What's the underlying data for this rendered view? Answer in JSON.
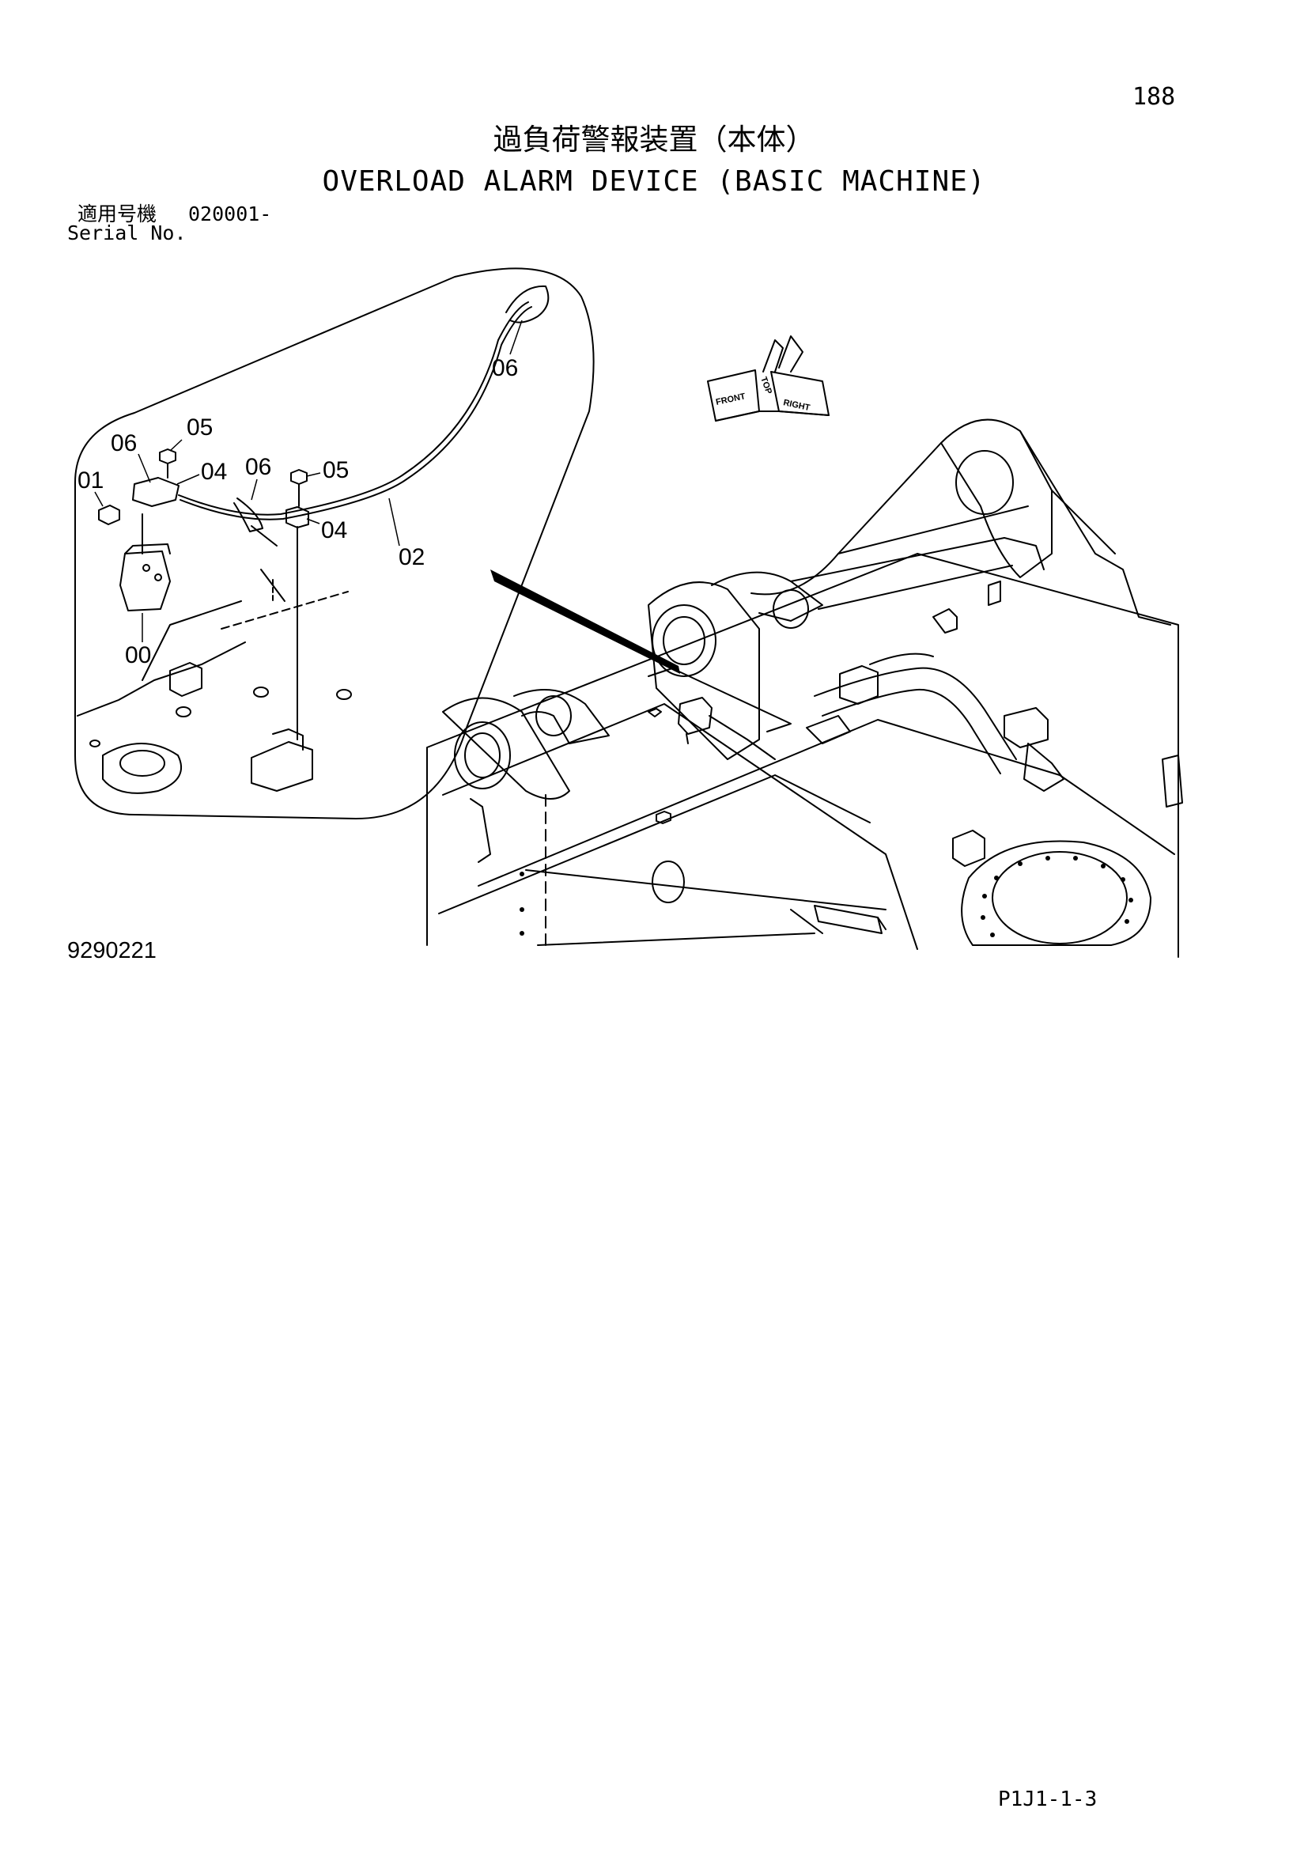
{
  "page_number": "188",
  "title_jp": "過負荷警報装置（本体）",
  "title_en": "OVERLOAD ALARM DEVICE (BASIC MACHINE)",
  "serial": {
    "label_jp": "適用号機",
    "value": "020001-",
    "label_en": "Serial No."
  },
  "callouts": [
    "06",
    "05",
    "06",
    "01",
    "04",
    "06",
    "05",
    "04",
    "02",
    "00"
  ],
  "orientation": {
    "front": "FRONT",
    "top": "TOP",
    "right": "RIGHT"
  },
  "figure_number": "9290221",
  "footer_code": "P1J1-1-3"
}
